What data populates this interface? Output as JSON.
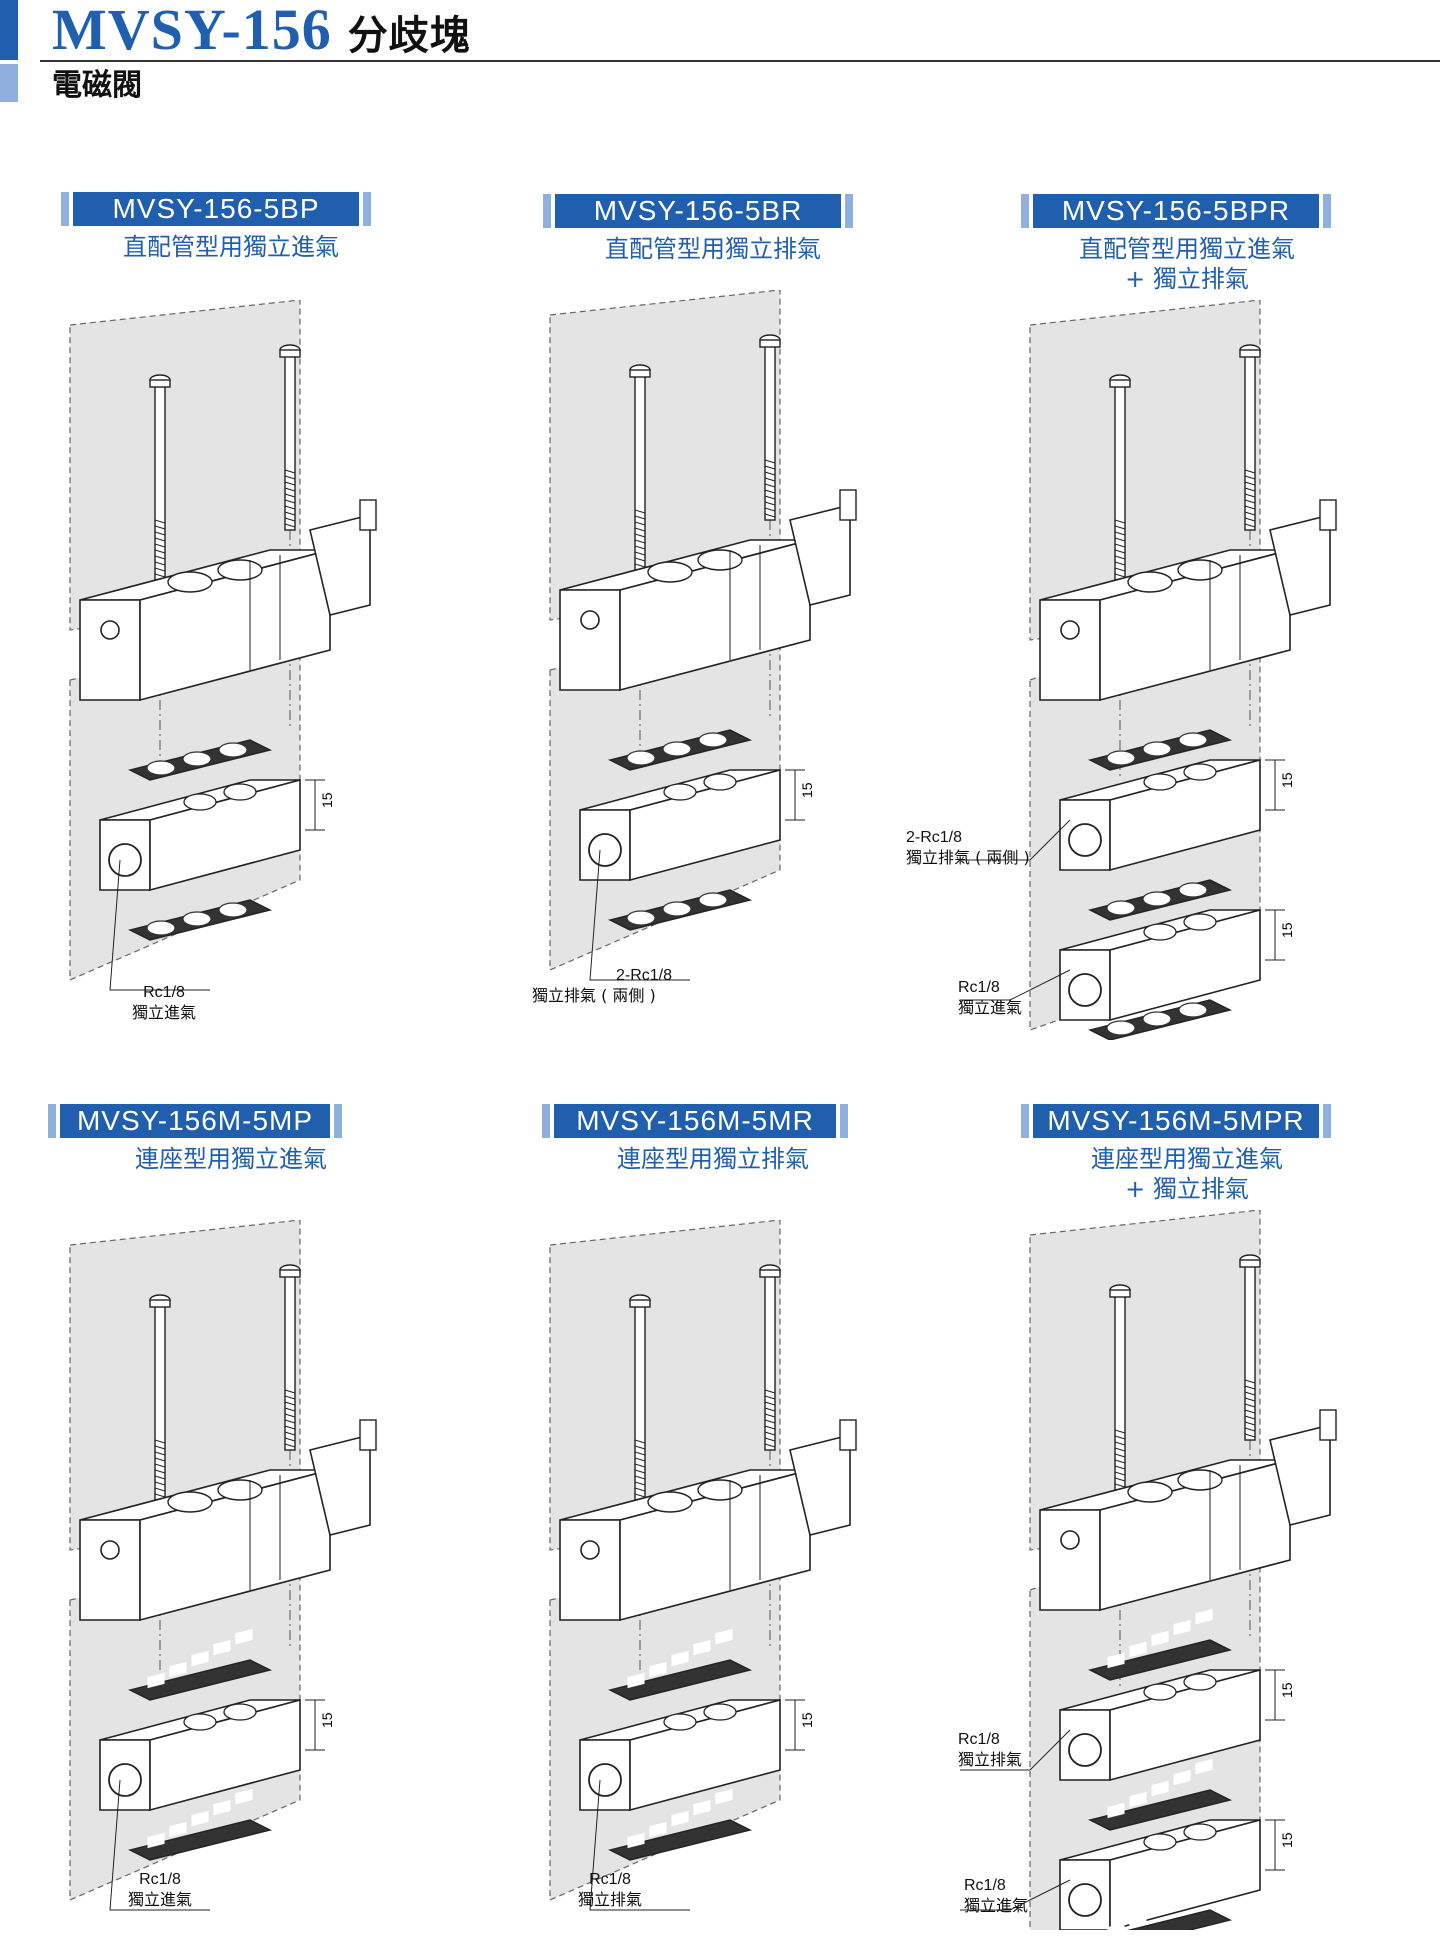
{
  "header": {
    "model": "MVSY-156",
    "title_cn": "分歧塊",
    "subtitle": "電磁閥"
  },
  "panels": [
    {
      "label": "MVSY-156-5BP",
      "desc_line1": "直配管型用獨立進氣",
      "desc_line2": "",
      "dim": "15",
      "ports": [
        {
          "spec": "Rc1/8",
          "text": "獨立進氣"
        }
      ]
    },
    {
      "label": "MVSY-156-5BR",
      "desc_line1": "直配管型用獨立排氣",
      "desc_line2": "",
      "dim": "15",
      "ports": [
        {
          "spec": "2-Rc1/8",
          "text": "獨立排氣 ( 兩側 )"
        }
      ]
    },
    {
      "label": "MVSY-156-5BPR",
      "desc_line1": "直配管型用獨立進氣",
      "desc_line2": "+ 獨立排氣",
      "dim": "15",
      "ports": [
        {
          "spec": "2-Rc1/8",
          "text": "獨立排氣 ( 兩側 )"
        },
        {
          "spec": "Rc1/8",
          "text": "獨立進氣"
        }
      ]
    },
    {
      "label": "MVSY-156M-5MP",
      "desc_line1": "連座型用獨立進氣",
      "desc_line2": "",
      "dim": "15",
      "ports": [
        {
          "spec": "Rc1/8",
          "text": "獨立進氣"
        }
      ]
    },
    {
      "label": "MVSY-156M-5MR",
      "desc_line1": "連座型用獨立排氣",
      "desc_line2": "",
      "dim": "15",
      "ports": [
        {
          "spec": "Rc1/8",
          "text": "獨立排氣"
        }
      ]
    },
    {
      "label": "MVSY-156M-5MPR",
      "desc_line1": "連座型用獨立進氣",
      "desc_line2": "+ 獨立排氣",
      "dim": "15",
      "ports": [
        {
          "spec": "Rc1/8",
          "text": "獨立排氣"
        },
        {
          "spec": "Rc1/8",
          "text": "獨立進氣"
        }
      ]
    }
  ],
  "colors": {
    "brand_blue": "#1f5fae",
    "light_blue": "#8fb0dd",
    "shade": "#e6e6e6"
  }
}
